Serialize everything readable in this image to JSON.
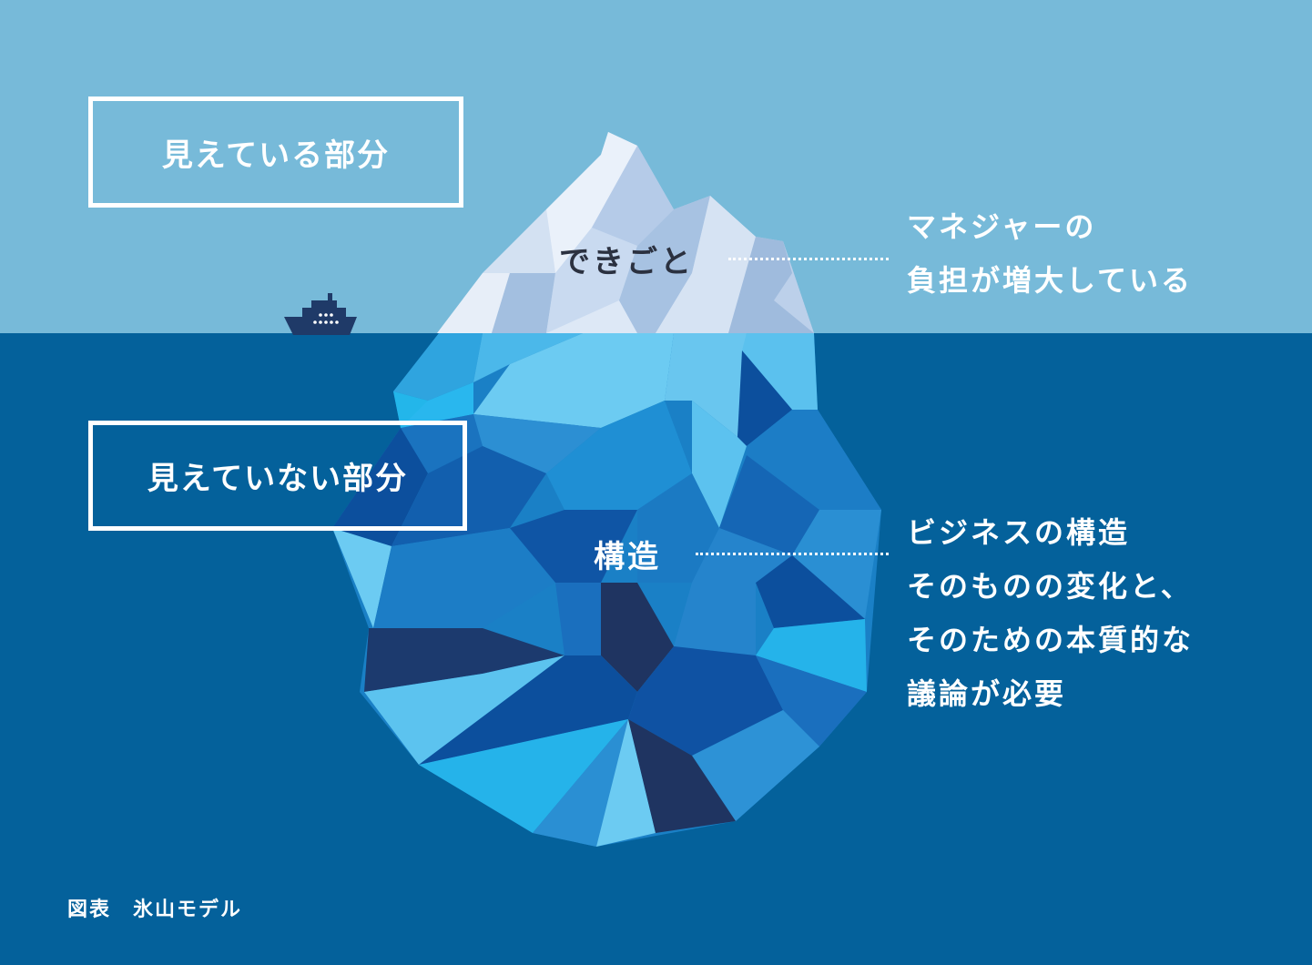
{
  "colors": {
    "sky": "#77bad9",
    "sea": "#04619b",
    "ship": "#1f3a68",
    "ice_light": "#dfe9f5",
    "ice_mid": "#a9c6e6",
    "water_bright": "#23b6ea",
    "water_deep": "#0c4f9d",
    "water_dark": "#1f3461"
  },
  "labels": {
    "visible_part": "見えている部分",
    "invisible_part": "見えていない部分",
    "events": "できごと",
    "structure": "構造"
  },
  "notes": {
    "top": [
      "マネジャーの",
      "負担が増大している"
    ],
    "bottom": [
      "ビジネスの構造",
      "そのものの変化と、",
      "そのための本質的な",
      "議論が必要"
    ]
  },
  "caption": "図表　氷山モデル",
  "icons": {
    "ship": "ship-icon"
  }
}
